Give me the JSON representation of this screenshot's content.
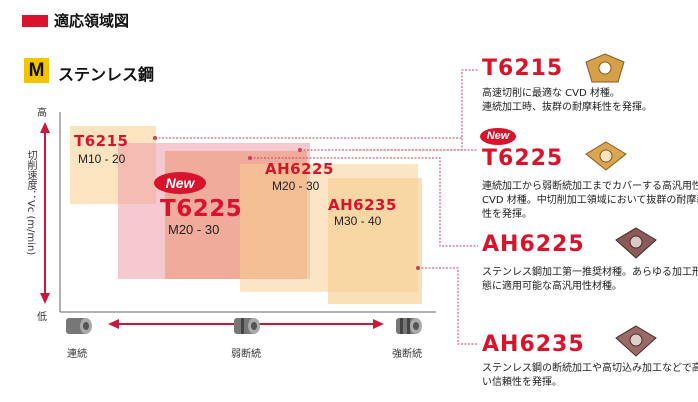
{
  "header": {
    "title": "適応領域図"
  },
  "material": {
    "badge": "M",
    "label": "ステンレス鋼"
  },
  "axes": {
    "y_label": "切削速度：Vc (m/min)",
    "y_high": "高",
    "y_low": "低",
    "x_labels": [
      "連続",
      "弱断続",
      "強断続"
    ]
  },
  "chart": {
    "t6215": {
      "name": "T6215",
      "range": "M10 - 20"
    },
    "t6225": {
      "badge": "New",
      "name": "T6225",
      "range": "M20 - 30"
    },
    "ah6225": {
      "name": "AH6225",
      "range": "M20 - 30"
    },
    "ah6235": {
      "name": "AH6235",
      "range": "M30 - 40"
    }
  },
  "grades": [
    {
      "name": "T6215",
      "desc": "高速切削に最適な CVD 材種。\n連続加工時、抜群の耐摩耗性を発揮。"
    },
    {
      "badge": "New",
      "name": "T6225",
      "desc": "連続加工から弱断続加工までカバーする高汎用性 CVD 材種。中切削加工領域において抜群の耐摩耗性を発揮。"
    },
    {
      "name": "AH6225",
      "desc": "ステンレス鋼加工第一推奨材種。あらゆる加工形態に適用可能な高汎用性材種。"
    },
    {
      "name": "AH6235",
      "desc": "ステンレス鋼の断続加工や高切込み加工などで高い信頼性を発揮。"
    }
  ],
  "colors": {
    "accent_red": "#d8132c",
    "badge_yellow": "#f5c400",
    "connector": "#c9405a"
  },
  "icons": [
    "insert-t6215-icon",
    "insert-t6225-icon",
    "insert-ah6225-icon",
    "insert-ah6235-icon",
    "workpiece-icon"
  ]
}
